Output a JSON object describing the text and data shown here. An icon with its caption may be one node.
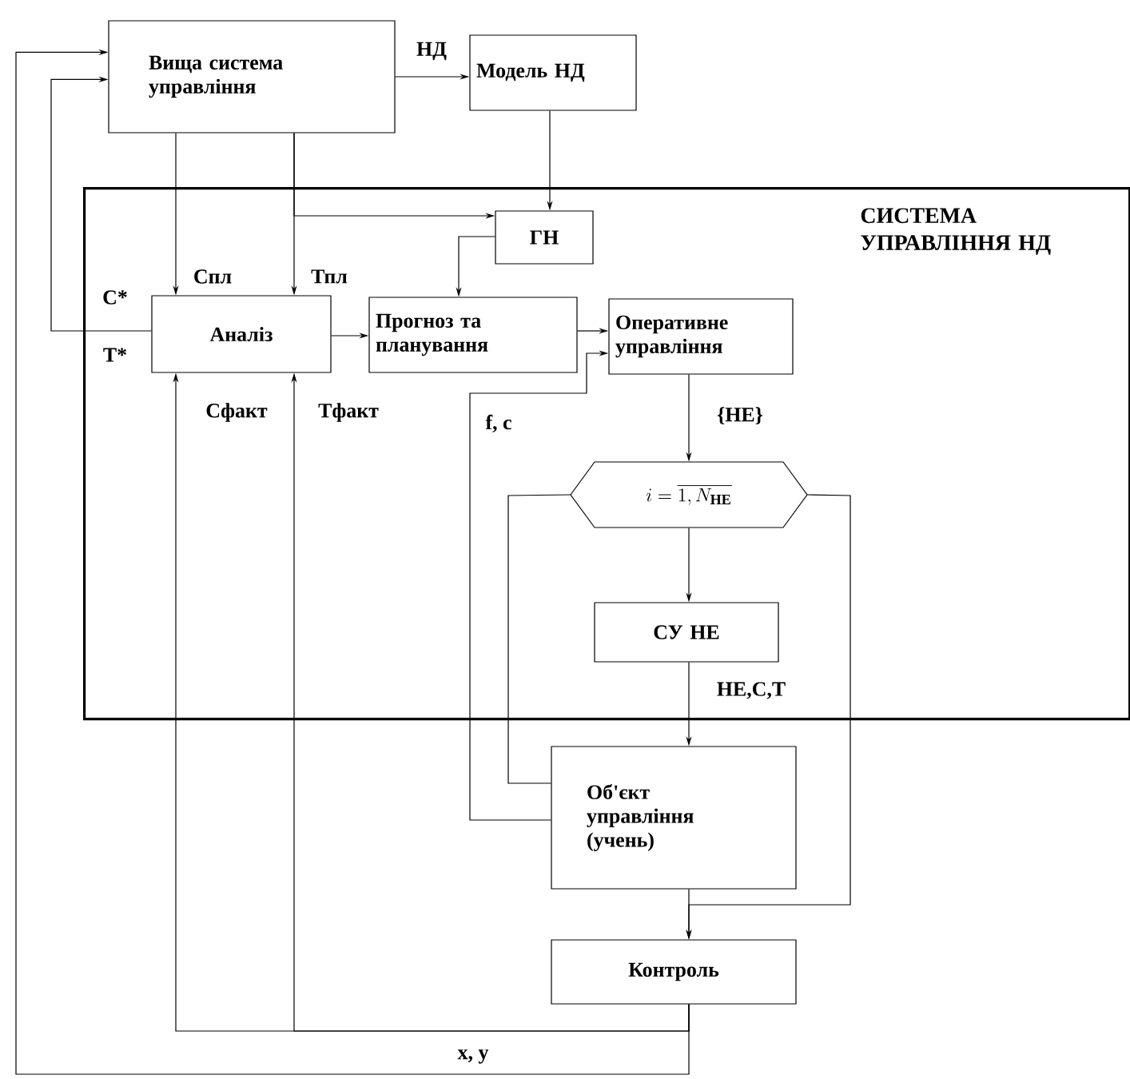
{
  "diagram": {
    "nodes": [
      {
        "text": [
          "Вища система управління"
        ]
      },
      {
        "text": [
          "Модель НД"
        ]
      },
      {
        "text": [
          "СИСТЕМА УПРАВЛІННЯ НД"
        ]
      },
      {
        "text": [
          "ГН"
        ],
        "in": 2
      },
      {
        "text": [
          "Аналіз"
        ],
        "in": 2
      },
      {
        "text": [
          "Прогноз та планування"
        ],
        "in": 2
      },
      {
        "text": [
          "Оперативне управління"
        ],
        "in": 2
      },
      {
        "text": [
          "i=\\overline{1,N_{\\text{НЕ}}}"
        ],
        "in": 2
      },
      {
        "text": [
          "СУ НЕ"
        ],
        "in": 2
      },
      {
        "text": [
          "Об'єкт управління (учень)"
        ]
      },
      {
        "text": [
          "Контроль"
        ]
      }
    ],
    "edges": [
      {
        "from": 0,
        "to": 1,
        "arrow": "to",
        "label": "НД"
      },
      {
        "from": 1,
        "to": 3,
        "arrow": "to"
      },
      {
        "from": 0,
        "to": 4,
        "arrow": "to",
        "label": "Спл"
      },
      {
        "from": 0,
        "to": 4,
        "arrow": "to",
        "label": "Тпл"
      },
      {
        "from": 0,
        "to": 3,
        "arrow": "to"
      },
      {
        "from": 3,
        "to": 5,
        "arrow": "to"
      },
      {
        "from": 4,
        "to": 0,
        "arrow": "to"
      },
      {
        "from": 4,
        "to": 5,
        "arrow": "to"
      },
      {
        "from": 5,
        "to": 6,
        "arrow": "to"
      },
      {
        "from": 9,
        "to": 6,
        "arrow": "to",
        "label": "f, c"
      },
      {
        "from": 6,
        "to": 7,
        "arrow": "to",
        "label": "{НЕ}"
      },
      {
        "from": 7,
        "to": 8,
        "arrow": "to"
      },
      {
        "from": 8,
        "to": 9,
        "arrow": "to",
        "label": "НЕ,С,Т"
      },
      {
        "from": 7,
        "to": 9,
        "arrow": "none"
      },
      {
        "from": 7,
        "to": 10,
        "arrow": "to"
      },
      {
        "from": 9,
        "to": 10,
        "arrow": "to"
      },
      {
        "from": 10,
        "to": 4,
        "arrow": "to",
        "label": "Сфакт"
      },
      {
        "from": 10,
        "to": 4,
        "arrow": "to",
        "label": "Тфакт"
      },
      {
        "from": 10,
        "to": 0,
        "arrow": "to",
        "label": "x, y"
      }
    ],
    "labels": [
      "С*",
      "Т*"
    ]
  }
}
